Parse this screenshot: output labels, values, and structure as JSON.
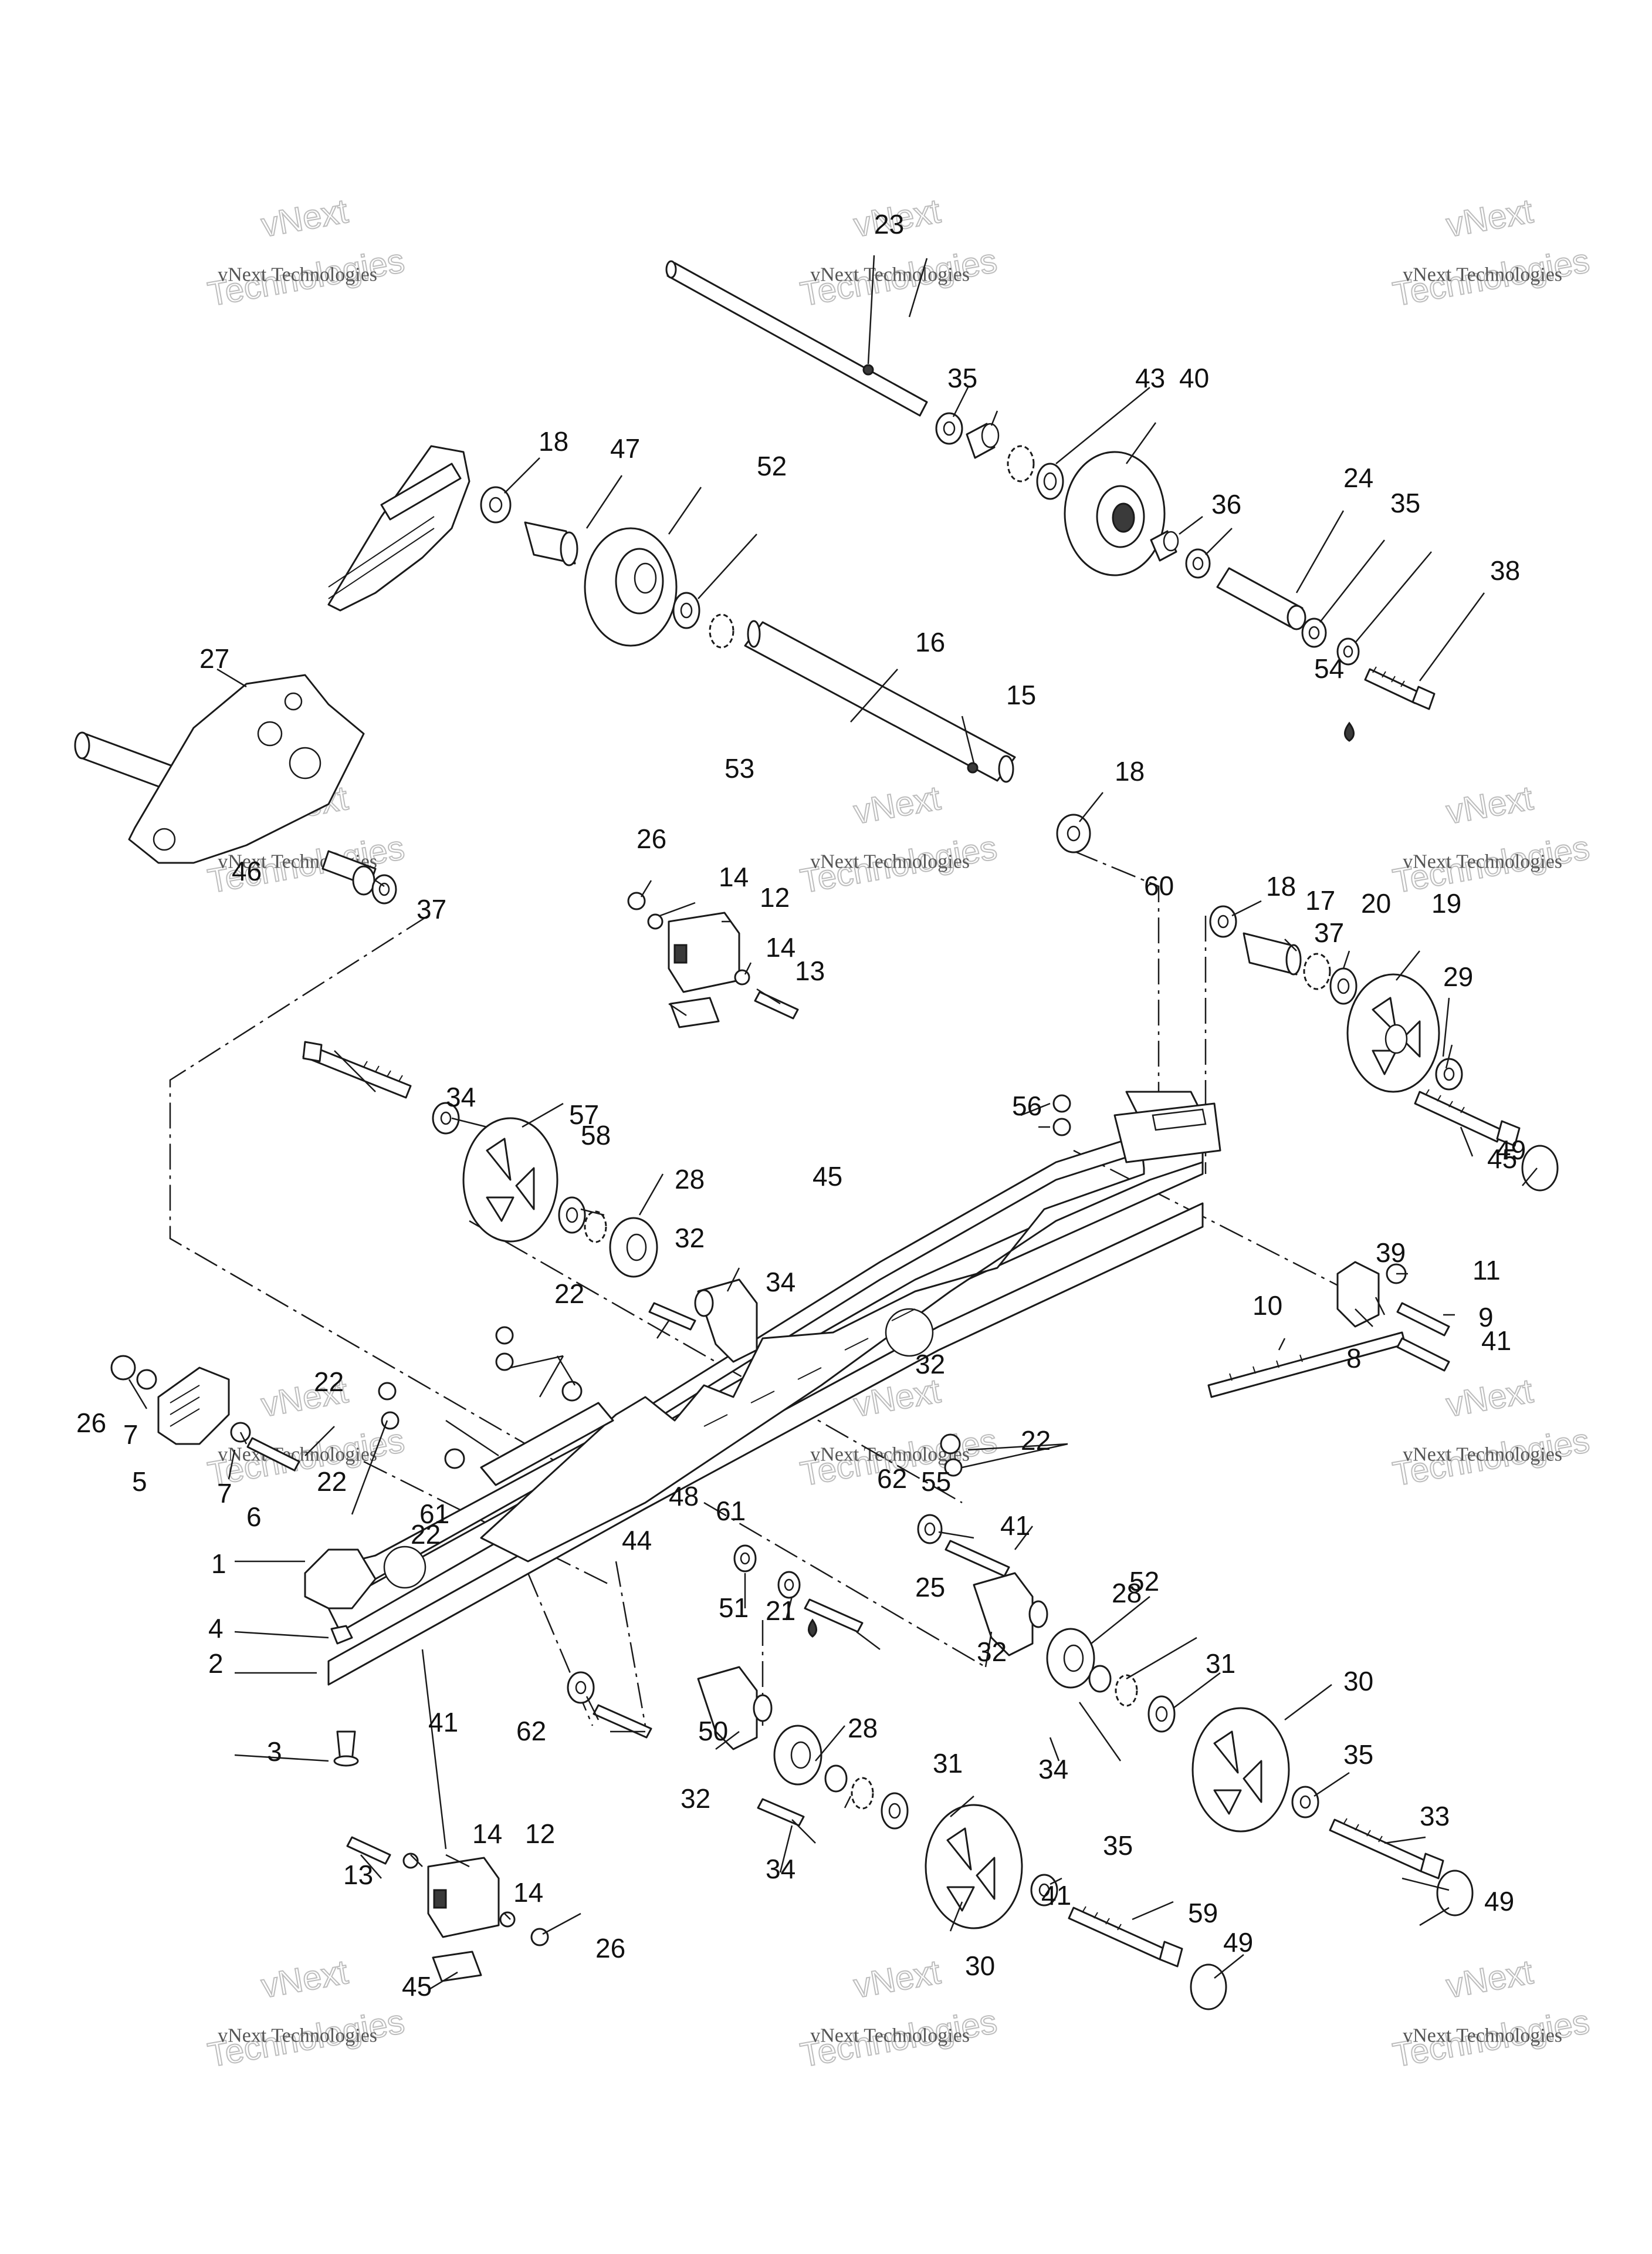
{
  "watermark": {
    "top": "vNext",
    "middle": "vNext Technologies",
    "bottom": "Technologies"
  },
  "callouts": [
    "1",
    "2",
    "3",
    "4",
    "5",
    "6",
    "7",
    "7",
    "8",
    "9",
    "10",
    "11",
    "12",
    "12",
    "13",
    "13",
    "14",
    "14",
    "14",
    "14",
    "15",
    "16",
    "17",
    "18",
    "18",
    "18",
    "19",
    "20",
    "21",
    "22",
    "22",
    "22",
    "22",
    "22",
    "23",
    "24",
    "25",
    "26",
    "26",
    "26",
    "27",
    "28",
    "28",
    "28",
    "29",
    "30",
    "30",
    "31",
    "31",
    "32",
    "32",
    "32",
    "32",
    "33",
    "34",
    "34",
    "34",
    "34",
    "35",
    "35",
    "35",
    "35",
    "36",
    "37",
    "37",
    "38",
    "39",
    "40",
    "41",
    "41",
    "41",
    "41",
    "43",
    "44",
    "45",
    "45",
    "45",
    "46",
    "47",
    "48",
    "49",
    "49",
    "49",
    "50",
    "51",
    "52",
    "52",
    "53",
    "54",
    "55",
    "56",
    "57",
    "58",
    "59",
    "60",
    "61",
    "61",
    "62",
    "62"
  ]
}
